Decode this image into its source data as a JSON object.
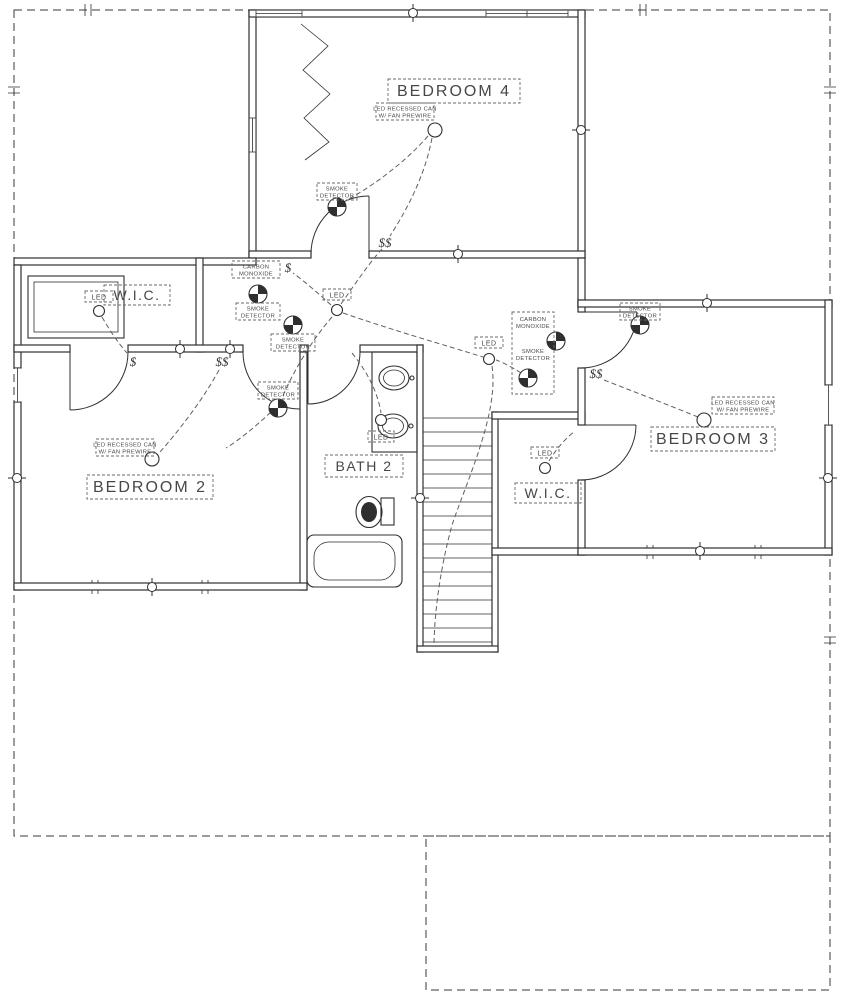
{
  "drawing": {
    "type": "floor-plan",
    "rooms": {
      "bedroom4": "BEDROOM 4",
      "bedroom2": "BEDROOM 2",
      "bedroom3": "BEDROOM 3",
      "bath2": "BATH 2",
      "wic_left": "W.I.C.",
      "wic_right": "W.I.C."
    },
    "fixtures": {
      "smoke": "SMOKE",
      "detector": "DETECTOR",
      "carbon": "CARBON",
      "monoxide": "MONOXIDE",
      "led": "LED"
    },
    "notes": {
      "fan_light_line1": "LED RECESSED CAN",
      "fan_light_line2": "W/ FAN PREWIRE"
    },
    "symbols": {
      "switch": "$",
      "double_switch": "$$"
    },
    "colors": {
      "ink": "#2f2f2f",
      "paper": "#ffffff",
      "wiring": "#606060"
    }
  }
}
